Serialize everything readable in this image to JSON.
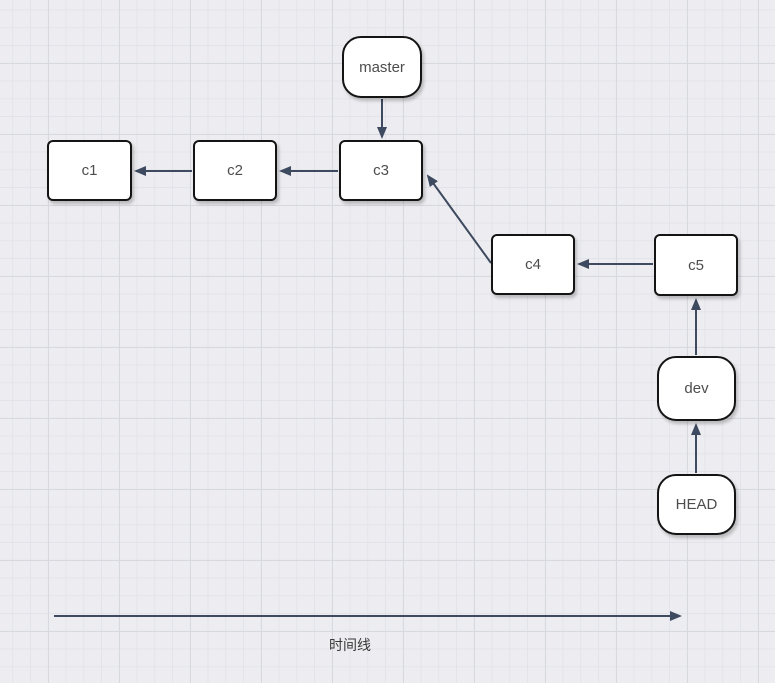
{
  "diagram": {
    "nodes": [
      {
        "id": "master",
        "label": "master",
        "kind": "branch-pointer"
      },
      {
        "id": "c1",
        "label": "c1",
        "kind": "commit"
      },
      {
        "id": "c2",
        "label": "c2",
        "kind": "commit"
      },
      {
        "id": "c3",
        "label": "c3",
        "kind": "commit"
      },
      {
        "id": "c4",
        "label": "c4",
        "kind": "commit"
      },
      {
        "id": "c5",
        "label": "c5",
        "kind": "commit"
      },
      {
        "id": "dev",
        "label": "dev",
        "kind": "branch-pointer"
      },
      {
        "id": "head",
        "label": "HEAD",
        "kind": "pointer"
      }
    ],
    "edges": [
      {
        "from": "master",
        "to": "c3"
      },
      {
        "from": "c2",
        "to": "c1"
      },
      {
        "from": "c3",
        "to": "c2"
      },
      {
        "from": "c4",
        "to": "c3"
      },
      {
        "from": "c5",
        "to": "c4"
      },
      {
        "from": "dev",
        "to": "c5"
      },
      {
        "from": "HEAD",
        "to": "dev"
      }
    ],
    "timeline": {
      "label": "时间线"
    },
    "colors": {
      "arrow": "#3d4a5f",
      "node_border": "#141414",
      "node_fill": "#ffffff",
      "node_text": "#4d4d4d",
      "canvas_bg": "#ededf1",
      "grid_minor": "#e3e4e9",
      "grid_major": "#d8d9de"
    }
  }
}
